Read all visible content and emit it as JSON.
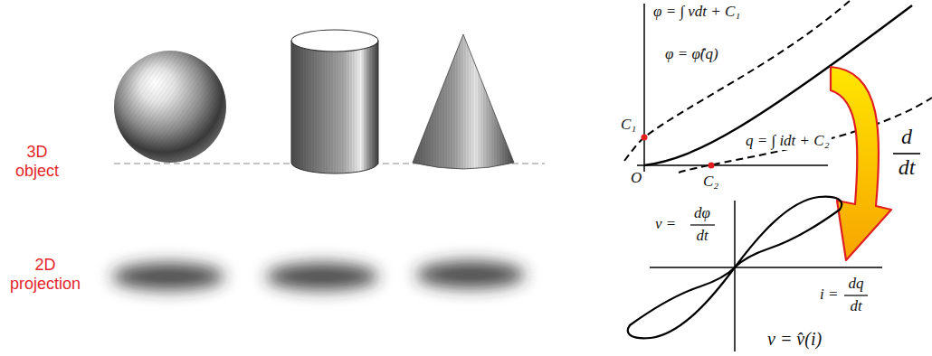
{
  "diagram": {
    "labels": [
      "3D object",
      "2D projection",
      "φ = ∫ vdt + C₁",
      "φ = φ̂(q)",
      "q = ∫ idt + C₂",
      "C₁",
      "O",
      "C₂",
      "d",
      "dt",
      "v =",
      "dφ",
      "dt",
      "i =",
      "dq",
      "dt",
      "v = v̂(i)"
    ]
  }
}
